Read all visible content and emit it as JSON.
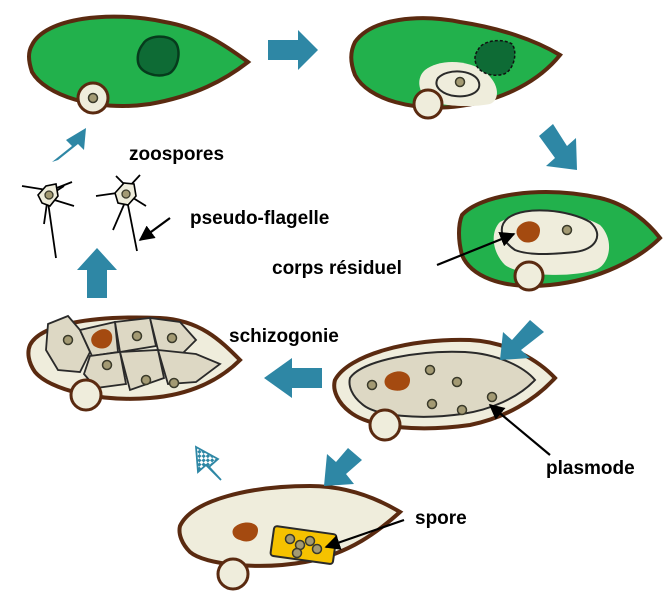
{
  "labels": {
    "zoospores": "zoospores",
    "pseudo_flagelle": "pseudo-flagelle",
    "corps_residuel": "corps résiduel",
    "schizogonie": "schizogonie",
    "plasmode": "plasmode",
    "spore": "spore"
  },
  "colors": {
    "host_cell_fill": "#22b14c",
    "host_nucleus": "#0e6b35",
    "cell_outline": "#5a2a10",
    "parasite_fill": "#efeddc",
    "plasmode_fill": "#ddd8c4",
    "nucleus_dot": "#a39a73",
    "residual_body": "#a44a10",
    "spore_fill": "#f5c200",
    "cycle_arrow": "#2e87a5",
    "label_text": "#000000"
  }
}
